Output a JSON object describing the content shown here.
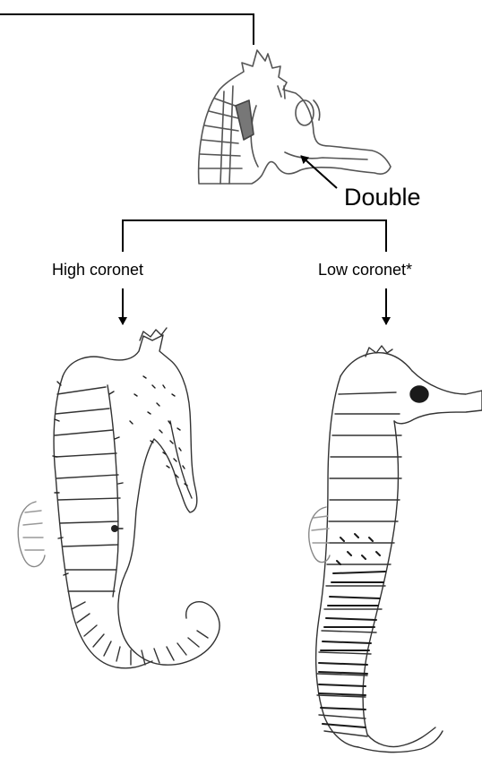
{
  "labels": {
    "head_type": "Double",
    "branch_left": "High coronet",
    "branch_right": "Low coronet*"
  },
  "colors": {
    "line": "#000000",
    "sketch": "#555555",
    "shading": "#2a2a2a",
    "stripe": "#777777",
    "background": "#ffffff"
  },
  "icons": {
    "head_drawing": "seahorse-head-sketch-icon",
    "left_specimen": "seahorse-high-coronet-illustration",
    "right_specimen": "seahorse-low-coronet-illustration"
  }
}
